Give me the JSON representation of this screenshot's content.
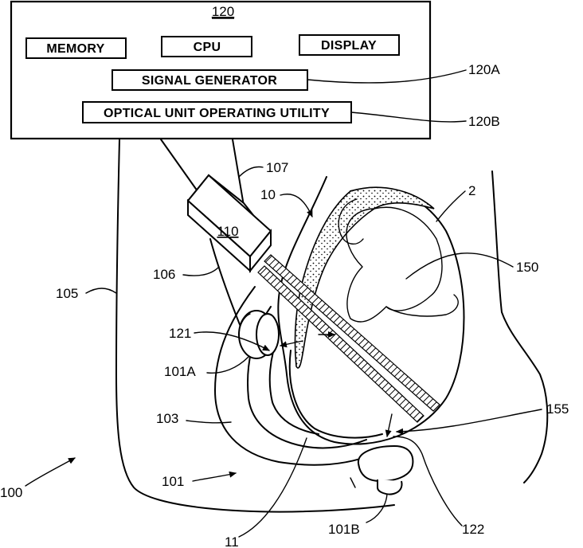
{
  "computer_box": {
    "ref": "120",
    "memory": "MEMORY",
    "cpu": "CPU",
    "display": "DISPLAY",
    "signal_generator": "SIGNAL GENERATOR",
    "optical_utility": "OPTICAL UNIT OPERATING UTILITY"
  },
  "refs": {
    "r120A": "120A",
    "r120B": "120B",
    "r107": "107",
    "r10": "10",
    "r2": "2",
    "r110": "110",
    "r150": "150",
    "r106": "106",
    "r105": "105",
    "r121": "121",
    "r101A": "101A",
    "r103": "103",
    "r155": "155",
    "r100": "100",
    "r101": "101",
    "r11": "11",
    "r101B": "101B",
    "r122": "122"
  }
}
